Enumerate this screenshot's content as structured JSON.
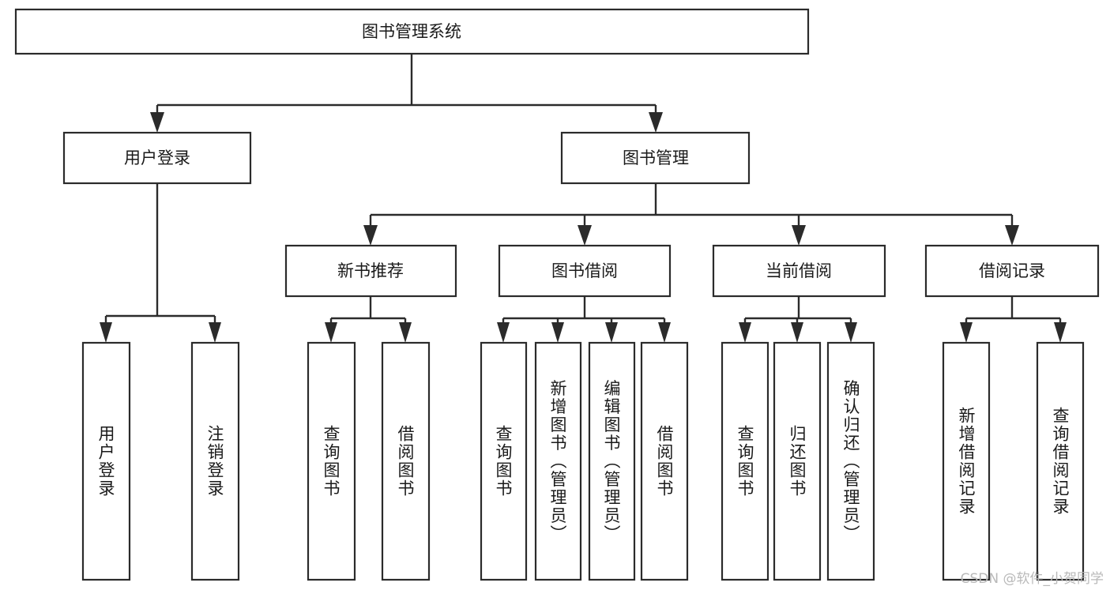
{
  "diagram": {
    "type": "tree",
    "title": "图书管理系统",
    "watermark": "CSDN @软件_小贺同学",
    "colors": {
      "stroke": "#2b2b2b",
      "fill": "#ffffff",
      "text": "#1a1a1a",
      "watermark": "#b9b9b9",
      "background": "#ffffff"
    },
    "levels": {
      "root": {
        "label": "图书管理系统"
      },
      "level2": [
        {
          "label": "用户登录"
        },
        {
          "label": "图书管理"
        }
      ],
      "level3": [
        {
          "label": "新书推荐"
        },
        {
          "label": "图书借阅"
        },
        {
          "label": "当前借阅"
        },
        {
          "label": "借阅记录"
        }
      ],
      "leaves": {
        "user_login": [
          {
            "label": "用户登录"
          },
          {
            "label": "注销登录"
          }
        ],
        "new_book_recommend": [
          {
            "label": "查询图书"
          },
          {
            "label": "借阅图书"
          }
        ],
        "book_borrow": [
          {
            "label": "查询图书"
          },
          {
            "label": "新增图书（管理员）"
          },
          {
            "label": "编辑图书（管理员）"
          },
          {
            "label": "借阅图书"
          }
        ],
        "current_borrow": [
          {
            "label": "查询图书"
          },
          {
            "label": "归还图书"
          },
          {
            "label": "确认归还（管理员）"
          }
        ],
        "borrow_record": [
          {
            "label": "新增借阅记录"
          },
          {
            "label": "查询借阅记录"
          }
        ]
      }
    }
  }
}
